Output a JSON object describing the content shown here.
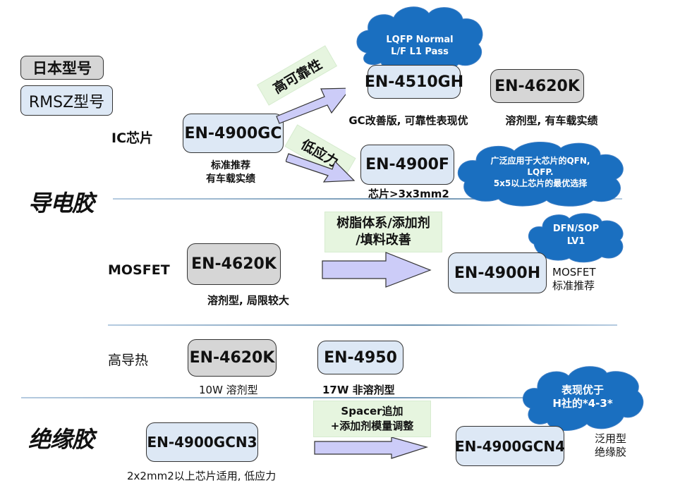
{
  "legend": {
    "japan_model": "日本型号",
    "rmsz_model": "RMSZ型号"
  },
  "sections": {
    "conductive": "导电胶",
    "insulating": "绝缘胶"
  },
  "categories": {
    "ic_chip": "IC芯片",
    "mosfet": "MOSFET",
    "high_thermal": "高导热"
  },
  "ic": {
    "base_model": "EN-4900GC",
    "base_note_line1": "标准推荐",
    "base_note_line2": "有车载实绩",
    "arrow_up_label": "高可靠性",
    "arrow_down_label": "低应力",
    "high_rel_model": "EN-4510GH",
    "high_rel_note": "GC改善版, 可靠性表现优",
    "high_rel_cloud_line1": "LQFP Normal",
    "high_rel_cloud_line2": "L/F L1 Pass",
    "japan_model": "EN-4620K",
    "japan_note": "溶剂型, 有车载实绩",
    "low_stress_model": "EN-4900F",
    "low_stress_note": "芯片>3x3mm2",
    "low_stress_cloud_line1": "广泛应用于大芯片的QFN,",
    "low_stress_cloud_line2": "LQFP.",
    "low_stress_cloud_line3": "5x5以上芯片的最优选择"
  },
  "mosfet": {
    "japan_model": "EN-4620K",
    "japan_note": "溶剂型, 局限较大",
    "arrow_label_line1": "树脂体系/添加剂",
    "arrow_label_line2": "/填料改善",
    "rmsz_model": "EN-4900H",
    "rmsz_note_line1": "MOSFET",
    "rmsz_note_line2": "标准推荐",
    "cloud_line1": "DFN/SOP",
    "cloud_line2": "LV1"
  },
  "thermal": {
    "japan_model": "EN-4620K",
    "japan_note": "10W 溶剂型",
    "rmsz_model": "EN-4950",
    "rmsz_note": "17W 非溶剂型"
  },
  "insulating": {
    "base_model": "EN-4900GCN3",
    "base_note": "2x2mm2以上芯片适用, 低应力",
    "arrow_label_line1": "Spacer追加",
    "arrow_label_line2": "+添加剂模量调整",
    "new_model": "EN-4900GCN4",
    "new_note_line1": "泛用型",
    "new_note_line2": "绝缘胶",
    "cloud_line1": "表现优于",
    "cloud_line2": "H社的*4-3*"
  },
  "colors": {
    "rmsz_box": "#dde8f5",
    "japan_box": "#d6d6d6",
    "cloud": "#1a6fc0",
    "arrow_fill": "#ccccf8",
    "green_label": "#e6f5df",
    "divider": "#6e93b0"
  }
}
